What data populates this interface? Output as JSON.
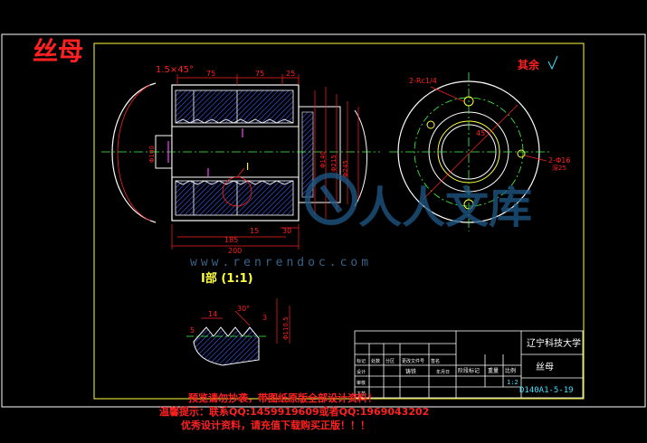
{
  "title_tag": "丝母",
  "roughness_note": "其余",
  "detail_label": "I部 (1:1)",
  "section_marker": "I",
  "dims": {
    "chamfer": "1.5×45°",
    "d75a": "75",
    "d75b": "75",
    "d25": "25",
    "d200": "200",
    "d185": "185",
    "d30": "30",
    "d15": "15",
    "d14": "14",
    "d3": "3",
    "d5": "5",
    "angle30": "30°",
    "phi245": "Φ245",
    "phi215": "Φ215",
    "phi140": "Φ140",
    "phi100": "Φ100",
    "phi110": "Φ110.5",
    "flange_hole": "2-Rc1/4",
    "bolt_holes": "2-Φ16",
    "angle45": "45°",
    "depth": "深25"
  },
  "title_block": {
    "university": "辽宁科技大学",
    "part_name": "丝母",
    "drawing_no": "D140A1-5-19",
    "scale": "1:2",
    "row_labels": [
      "标记",
      "处数",
      "分区",
      "更改文件号",
      "签名",
      "年月日"
    ],
    "sign_labels": [
      "设计",
      "审核",
      "工艺"
    ],
    "stage_labels": [
      "阶段标记",
      "重量",
      "比例"
    ],
    "material": "铸铁"
  },
  "watermark": {
    "main": "人人文库",
    "url": "www.renrendoc.com"
  },
  "notice": {
    "line1": "预览请勿抄袭，带图纸原版全部设计资料！",
    "line2": "温馨提示：联系QQ:1459919609或者QQ:1969043202",
    "line3": "优秀设计资料，请充值下载购买正版！！！"
  },
  "colors": {
    "frame": "#ffffff",
    "border": "#ffff40",
    "outline": "#ffffff",
    "dimension": "#ff2020",
    "hatch": "#4060ff",
    "center": "#40ff40",
    "accent": "#40e0ff"
  }
}
